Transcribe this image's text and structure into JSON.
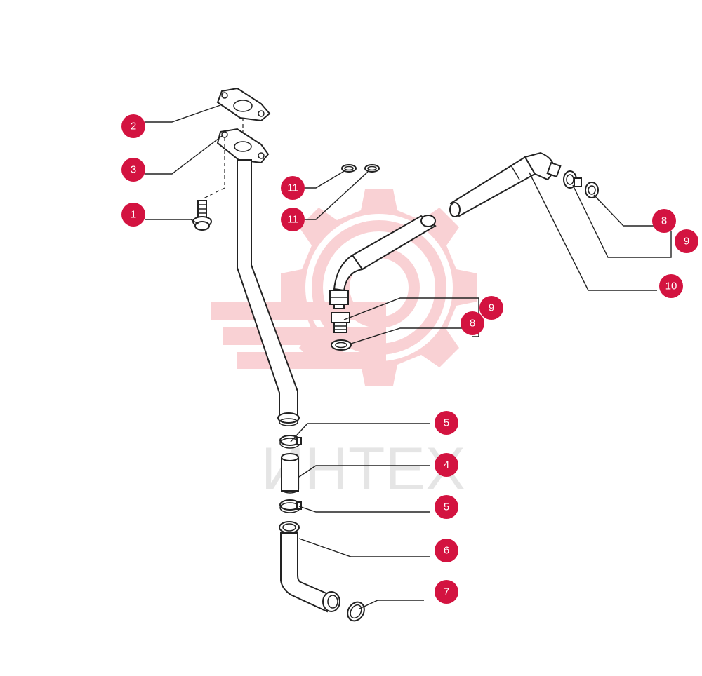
{
  "colors": {
    "callout": "#d31340",
    "callout_text": "#ffffff",
    "watermark": "#f6b3b9",
    "watermark_text": "#d0d0d0",
    "line": "#222222"
  },
  "watermark": {
    "text": "ИНТЕХ",
    "icon": "gear-logo-icon"
  },
  "callouts": [
    {
      "id": "c2",
      "label": "2"
    },
    {
      "id": "c3",
      "label": "3"
    },
    {
      "id": "c1",
      "label": "1"
    },
    {
      "id": "c11a",
      "label": "11"
    },
    {
      "id": "c11b",
      "label": "11"
    },
    {
      "id": "c8r",
      "label": "8"
    },
    {
      "id": "c9r",
      "label": "9"
    },
    {
      "id": "c10",
      "label": "10"
    },
    {
      "id": "c9m",
      "label": "9"
    },
    {
      "id": "c8m",
      "label": "8"
    },
    {
      "id": "c5a",
      "label": "5"
    },
    {
      "id": "c4",
      "label": "4"
    },
    {
      "id": "c5b",
      "label": "5"
    },
    {
      "id": "c6",
      "label": "6"
    },
    {
      "id": "c7",
      "label": "7"
    }
  ]
}
